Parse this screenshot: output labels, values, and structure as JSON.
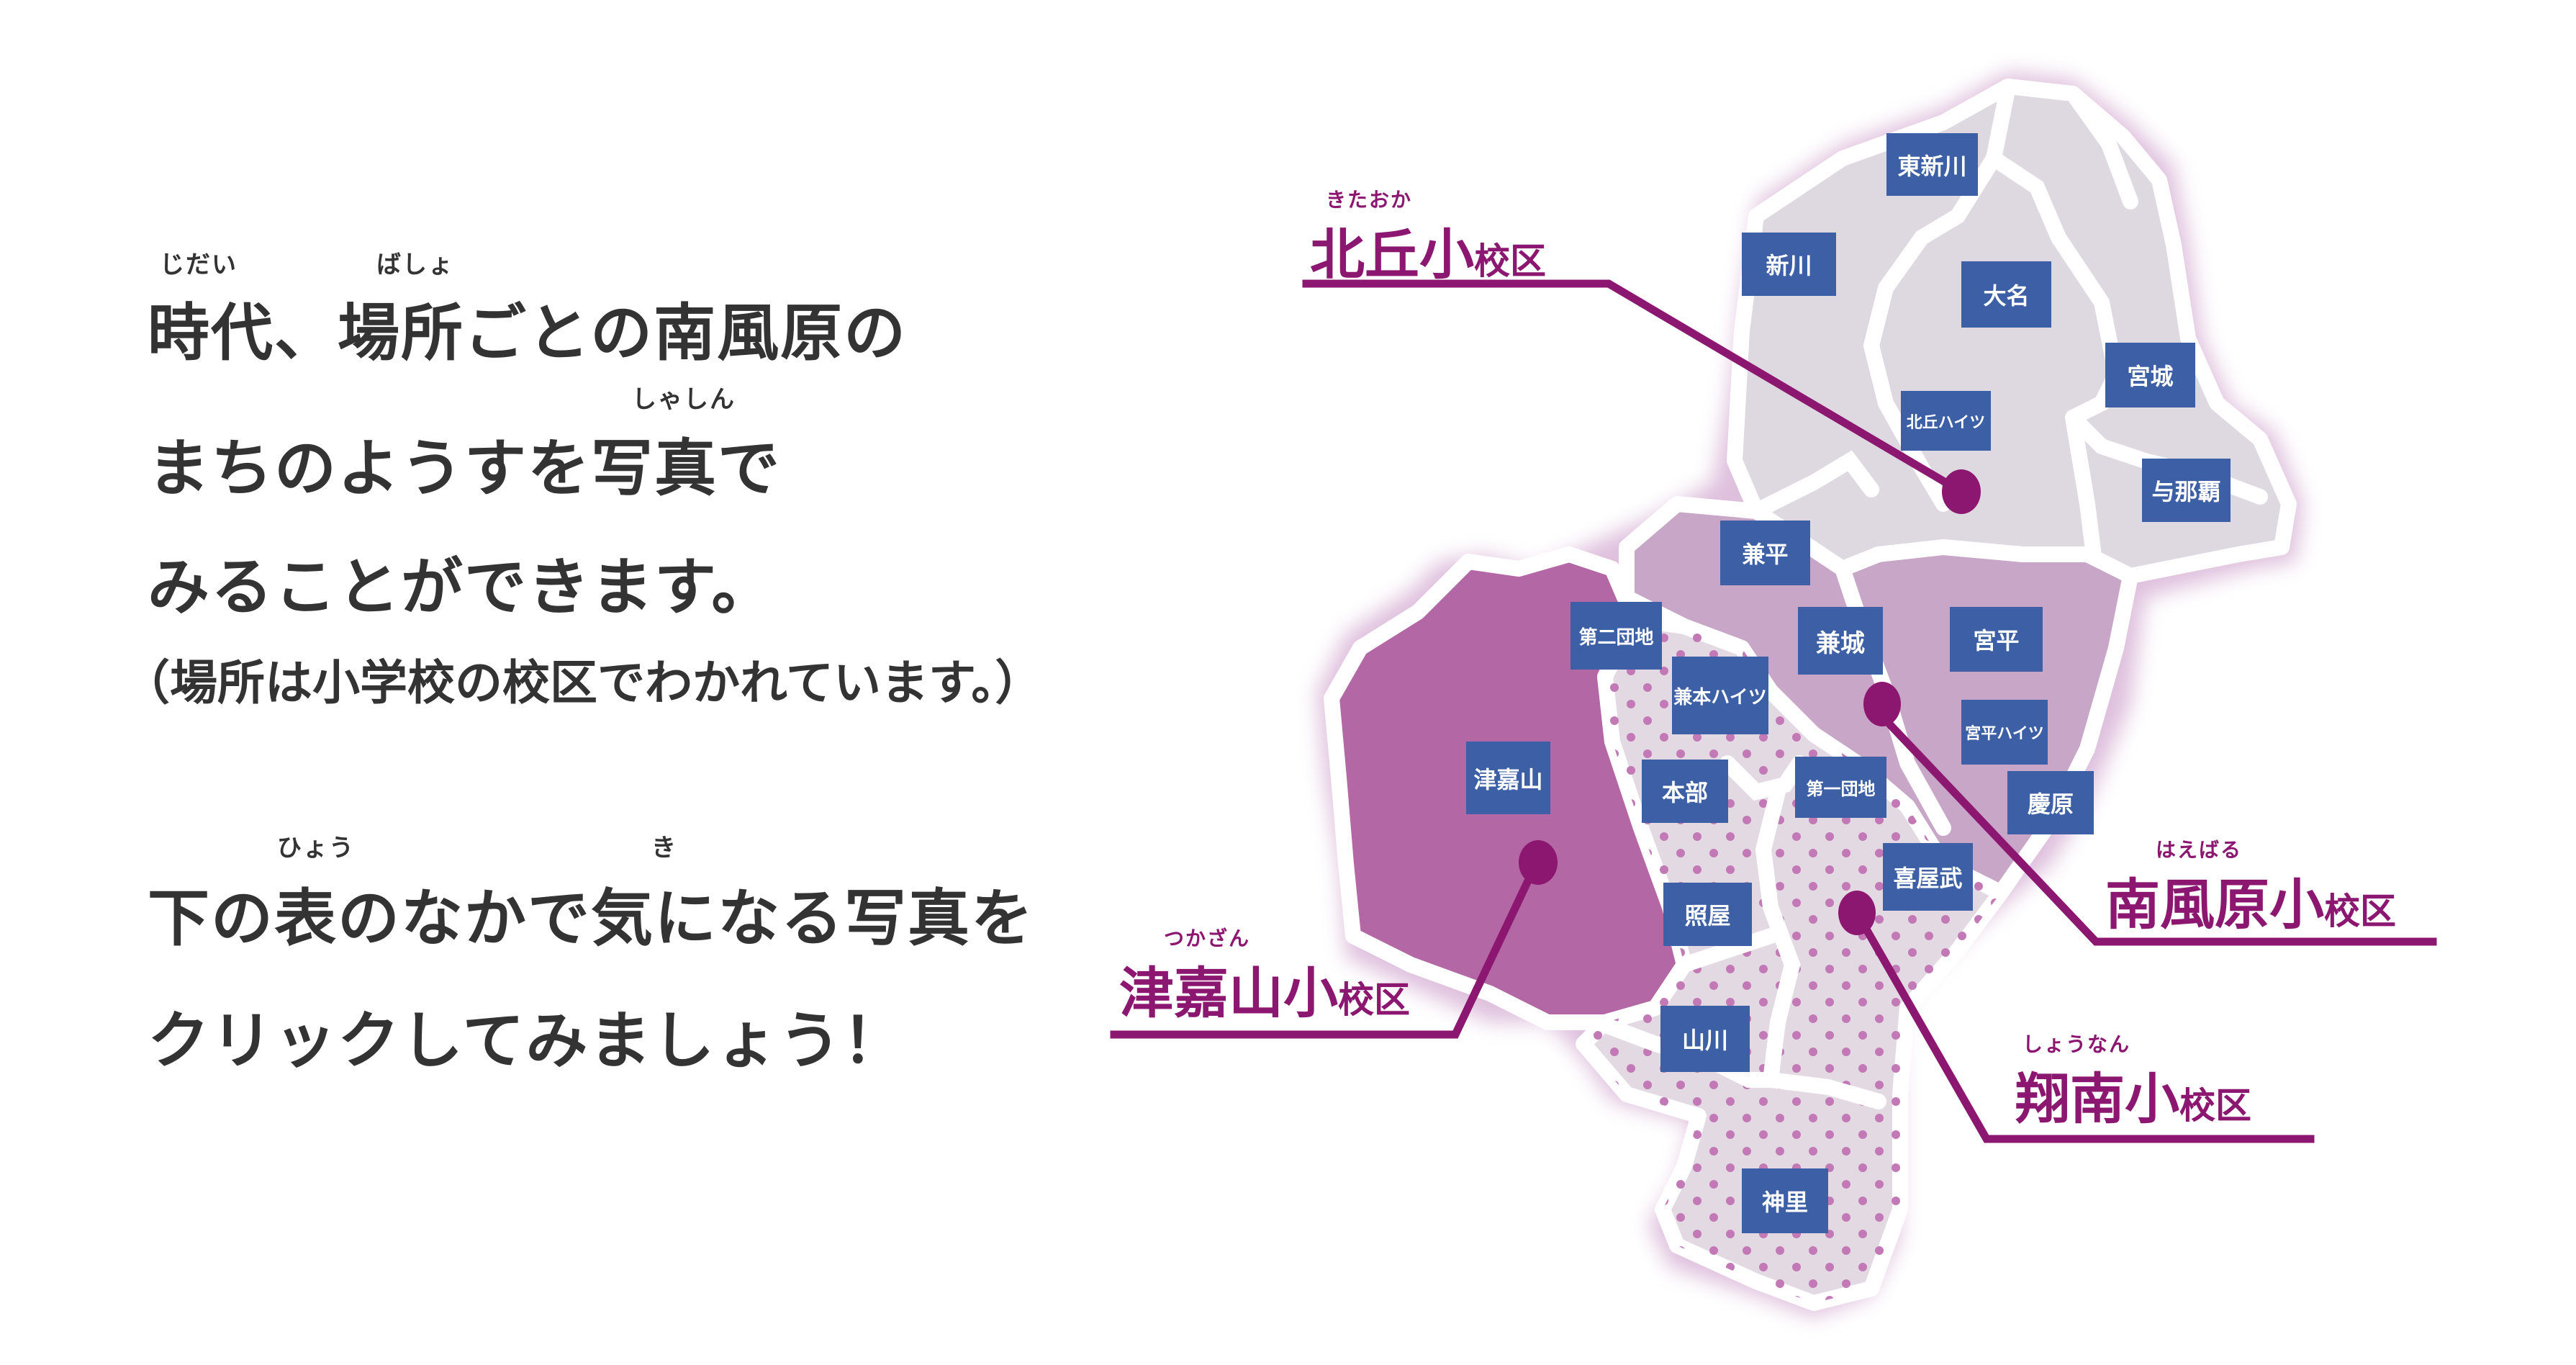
{
  "intro": {
    "line1": "時代、場所ごとの南風原の",
    "line1_ruby": [
      {
        "text": "じだい"
      },
      {
        "text": "ばしょ"
      }
    ],
    "line2": "まちのようすを写真で",
    "line2_ruby": "しゃしん",
    "line3": "みることができます。",
    "note": "（場所は小学校の校区でわかれています。）",
    "line4": "下の表のなかで気になる写真を",
    "line4_ruby": [
      {
        "text": "ひょう"
      },
      {
        "text": "き"
      }
    ],
    "line5": "クリックしてみましょう！"
  },
  "colors": {
    "text": "#333333",
    "accent": "#8c1770",
    "label_bg": "#3c5fa6",
    "kitaoka_region": "#ded8e0",
    "haebaru_region": "#c8a6c8",
    "tsukazan_region": "#b467a5",
    "shonan_region": "#e3d9e3",
    "dot": "#c279b6"
  },
  "schools": [
    {
      "id": "kitaoka",
      "kana": "きたおか",
      "name": "北丘小",
      "suffix": "校区"
    },
    {
      "id": "haebaru",
      "kana": "はえばる",
      "name": "南風原小",
      "suffix": "校区"
    },
    {
      "id": "tsukazan",
      "kana": "つかざん",
      "name": "津嘉山小",
      "suffix": "校区"
    },
    {
      "id": "shonan",
      "kana": "しょうなん",
      "name": "翔南小",
      "suffix": "校区"
    }
  ],
  "areas": [
    {
      "name": "東新川"
    },
    {
      "name": "新川"
    },
    {
      "name": "大名"
    },
    {
      "name": "宮城"
    },
    {
      "name": "北丘ハイツ"
    },
    {
      "name": "与那覇"
    },
    {
      "name": "兼平"
    },
    {
      "name": "第二団地"
    },
    {
      "name": "兼城"
    },
    {
      "name": "宮平"
    },
    {
      "name": "兼本ハイツ"
    },
    {
      "name": "宮平ハイツ"
    },
    {
      "name": "津嘉山"
    },
    {
      "name": "本部"
    },
    {
      "name": "第一団地"
    },
    {
      "name": "慶原"
    },
    {
      "name": "喜屋武"
    },
    {
      "name": "照屋"
    },
    {
      "name": "山川"
    },
    {
      "name": "神里"
    }
  ]
}
